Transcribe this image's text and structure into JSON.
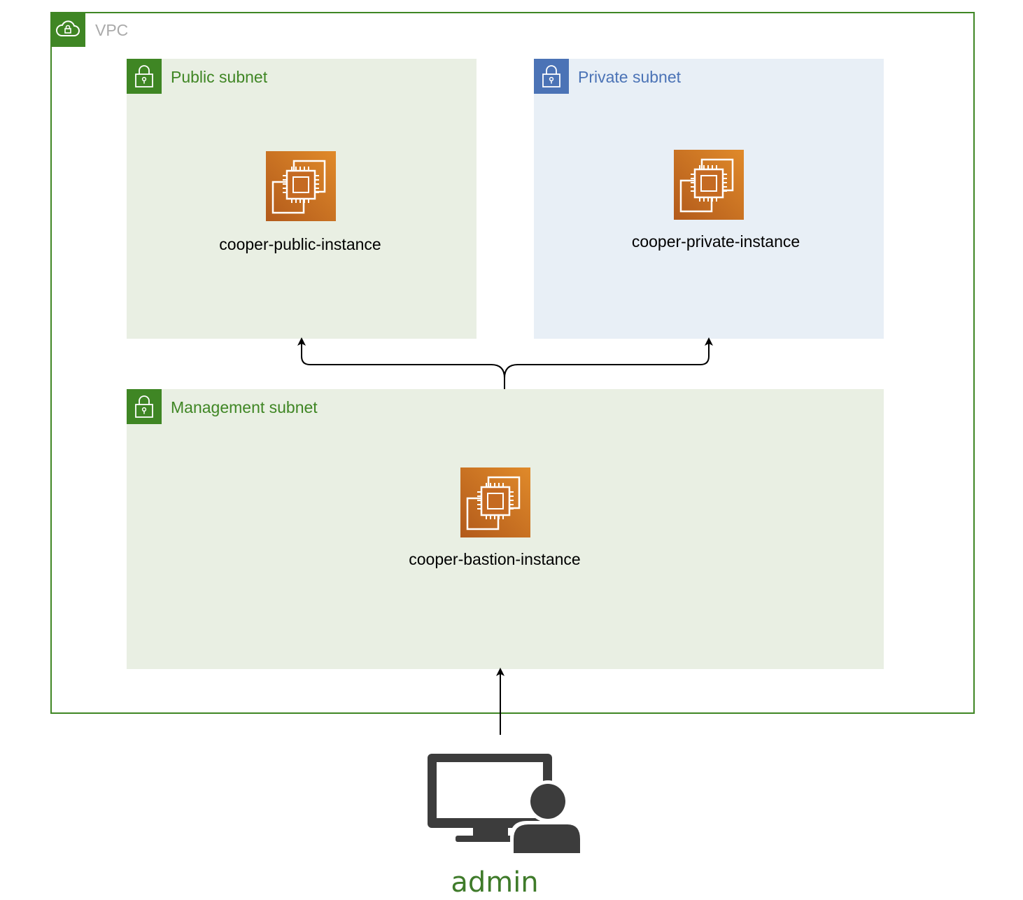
{
  "vpc": {
    "label": "VPC",
    "icon": "vpc-cloud-lock-icon",
    "color": "#3f8624"
  },
  "subnets": {
    "public": {
      "label": "Public subnet",
      "icon": "padlock-icon",
      "color": "#3f8624",
      "bg": "#e9efe3"
    },
    "private": {
      "label": "Private subnet",
      "icon": "padlock-icon",
      "color": "#147eba",
      "bg": "#e8eff6"
    },
    "management": {
      "label": "Management subnet",
      "icon": "padlock-icon",
      "color": "#3f8624",
      "bg": "#e9efe3"
    }
  },
  "instances": {
    "public": {
      "label": "cooper-public-instance",
      "icon": "ec2-instance-icon"
    },
    "private": {
      "label": "cooper-private-instance",
      "icon": "ec2-instance-icon"
    },
    "bastion": {
      "label": "cooper-bastion-instance",
      "icon": "ec2-instance-icon"
    }
  },
  "admin": {
    "label": "admin",
    "icon": "admin-user-computer-icon"
  },
  "connections": [
    {
      "from": "admin",
      "to": "management-subnet"
    },
    {
      "from": "management-subnet",
      "to": "public-subnet"
    },
    {
      "from": "management-subnet",
      "to": "private-subnet"
    }
  ]
}
